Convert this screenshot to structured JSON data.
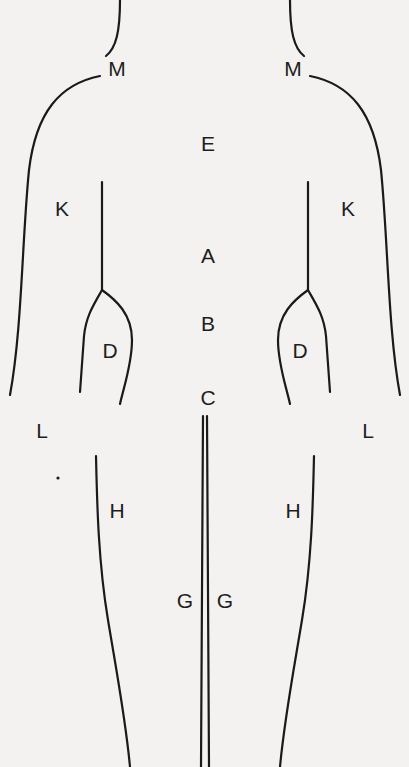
{
  "diagram": {
    "labels": [
      "M",
      "M",
      "E",
      "K",
      "K",
      "A",
      "B",
      "D",
      "D",
      "C",
      "L",
      "L",
      "H",
      "H",
      "G",
      "G"
    ]
  }
}
